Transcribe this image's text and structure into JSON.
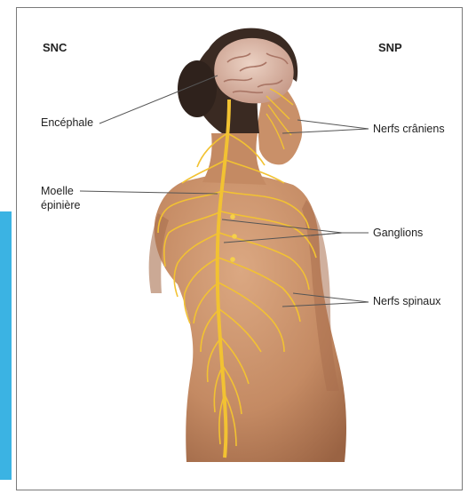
{
  "headers": {
    "left": "SNC",
    "right": "SNP"
  },
  "labels": {
    "encephale": "Encéphale",
    "moelle_line1": "Moelle",
    "moelle_line2": "épinière",
    "nerfs_craniens": "Nerfs crâniens",
    "ganglions": "Ganglions",
    "nerfs_spinaux": "Nerfs spinaux"
  },
  "colors": {
    "accent_bar": "#3bb3e3",
    "skin": "#c8906a",
    "skin_shadow": "#a9704e",
    "hair": "#3a2a22",
    "brain": "#d9b3a3",
    "nerve": "#f2c232",
    "leader": "#555555"
  }
}
